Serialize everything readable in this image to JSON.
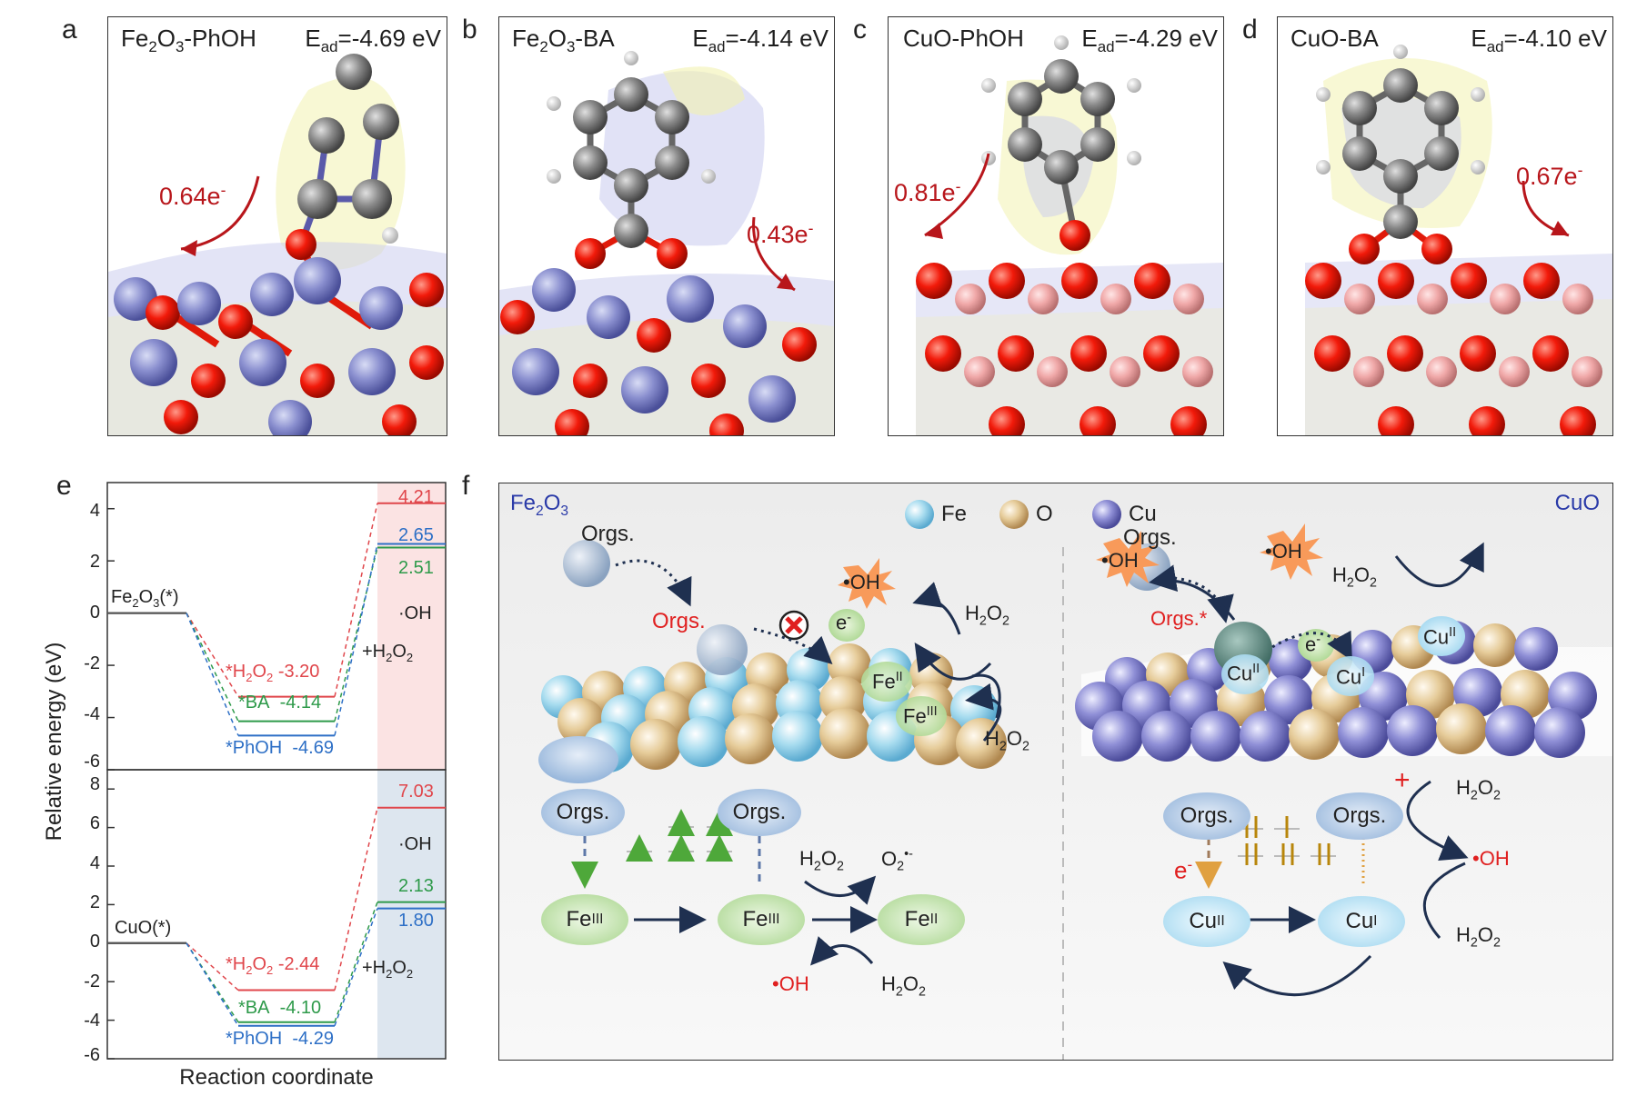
{
  "panels": {
    "a": {
      "letter": "a",
      "formula": "Fe",
      "sub1": "2",
      "mid": "O",
      "sub2": "3",
      "suffix": "-PhOH",
      "eads_pre": "E",
      "eads_sub": "ad",
      "eads_val": "=-4.69 eV",
      "charge": "0.64e",
      "charge_sup": "-"
    },
    "b": {
      "letter": "b",
      "formula": "Fe",
      "sub1": "2",
      "mid": "O",
      "sub2": "3",
      "suffix": "-BA",
      "eads_pre": "E",
      "eads_sub": "ad",
      "eads_val": "=-4.14 eV",
      "charge": "0.43e",
      "charge_sup": "-"
    },
    "c": {
      "letter": "c",
      "title": "CuO-PhOH",
      "eads_pre": "E",
      "eads_sub": "ad",
      "eads_val": "=-4.29 eV",
      "charge": "0.81e",
      "charge_sup": "-"
    },
    "d": {
      "letter": "d",
      "title": "CuO-BA",
      "eads_pre": "E",
      "eads_sub": "ad",
      "eads_val": "=-4.10 eV",
      "charge": "0.67e",
      "charge_sup": "-"
    }
  },
  "panel_e": {
    "letter": "e",
    "ylabel": "Relative energy (eV)",
    "xlabel": "Reaction coordinate",
    "top": {
      "start_label_pre": "Fe",
      "s1": "2",
      "s_mid": "O",
      "s2": "3",
      "start_label_post": "(*)",
      "h2o2_label": "*H",
      "h2o2_s1": "2",
      "h2o2_mid": "O",
      "h2o2_s2": "2",
      "h2o2_val": "-3.20",
      "ba_label": "*BA",
      "ba_val": "-4.14",
      "phoh_label": "*PhOH",
      "phoh_val": "-4.69",
      "plus_h2o2": "+H",
      "plus_s1": "2",
      "plus_mid": "O",
      "plus_s2": "2",
      "oh_label": "·OH",
      "final_vals": [
        "4.21",
        "2.65",
        "2.51"
      ],
      "ticks": [
        "4",
        "2",
        "0",
        "-2",
        "-4",
        "-6"
      ]
    },
    "bottom": {
      "start_label": "CuO(*)",
      "h2o2_label": "*H",
      "h2o2_s1": "2",
      "h2o2_mid": "O",
      "h2o2_s2": "2",
      "h2o2_val": "-2.44",
      "ba_label": "*BA",
      "ba_val": "-4.10",
      "phoh_label": "*PhOH",
      "phoh_val": "-4.29",
      "plus_h2o2": "+H",
      "plus_s1": "2",
      "plus_mid": "O",
      "plus_s2": "2",
      "oh_label": "·OH",
      "final_vals": [
        "7.03",
        "2.13",
        "1.80"
      ],
      "ticks": [
        "8",
        "6",
        "4",
        "2",
        "0",
        "-2",
        "-4",
        "-6"
      ]
    },
    "chart_data": {
      "type": "line",
      "series": [
        {
          "name": "*H2O2 (Fe2O3)",
          "values": [
            0,
            -3.2,
            4.21
          ]
        },
        {
          "name": "*BA (Fe2O3)",
          "values": [
            0,
            -4.14,
            2.51
          ]
        },
        {
          "name": "*PhOH (Fe2O3)",
          "values": [
            0,
            -4.69,
            2.65
          ]
        },
        {
          "name": "*H2O2 (CuO)",
          "values": [
            0,
            -2.44,
            7.03
          ]
        },
        {
          "name": "*BA (CuO)",
          "values": [
            0,
            -4.1,
            2.13
          ]
        },
        {
          "name": "*PhOH (CuO)",
          "values": [
            0,
            -4.29,
            1.8
          ]
        }
      ],
      "colors": {
        "h2o2": "#e0464b",
        "ba": "#2e9a4a",
        "phoh": "#2d6fc6"
      }
    }
  },
  "panel_f": {
    "letter": "f",
    "left_title_pre": "Fe",
    "left_s1": "2",
    "left_mid": "O",
    "left_s2": "3",
    "right_title": "CuO",
    "legend": [
      {
        "label": "Fe"
      },
      {
        "label": "O"
      },
      {
        "label": "Cu"
      }
    ],
    "orgs": "Orgs.",
    "orgs_star": "Orgs.*",
    "oh": "•OH",
    "h2o2_pre": "H",
    "h2o2_s1": "2",
    "h2o2_mid": "O",
    "h2o2_s2": "2",
    "e_minus": "e",
    "e_sup": "-",
    "fe": "Fe",
    "sup_ii": "II",
    "sup_iii": "III",
    "cu": "Cu",
    "sup_i": "I",
    "o2": "O",
    "o2_sub": "2",
    "o2_sup": "•-",
    "plus": "+"
  }
}
